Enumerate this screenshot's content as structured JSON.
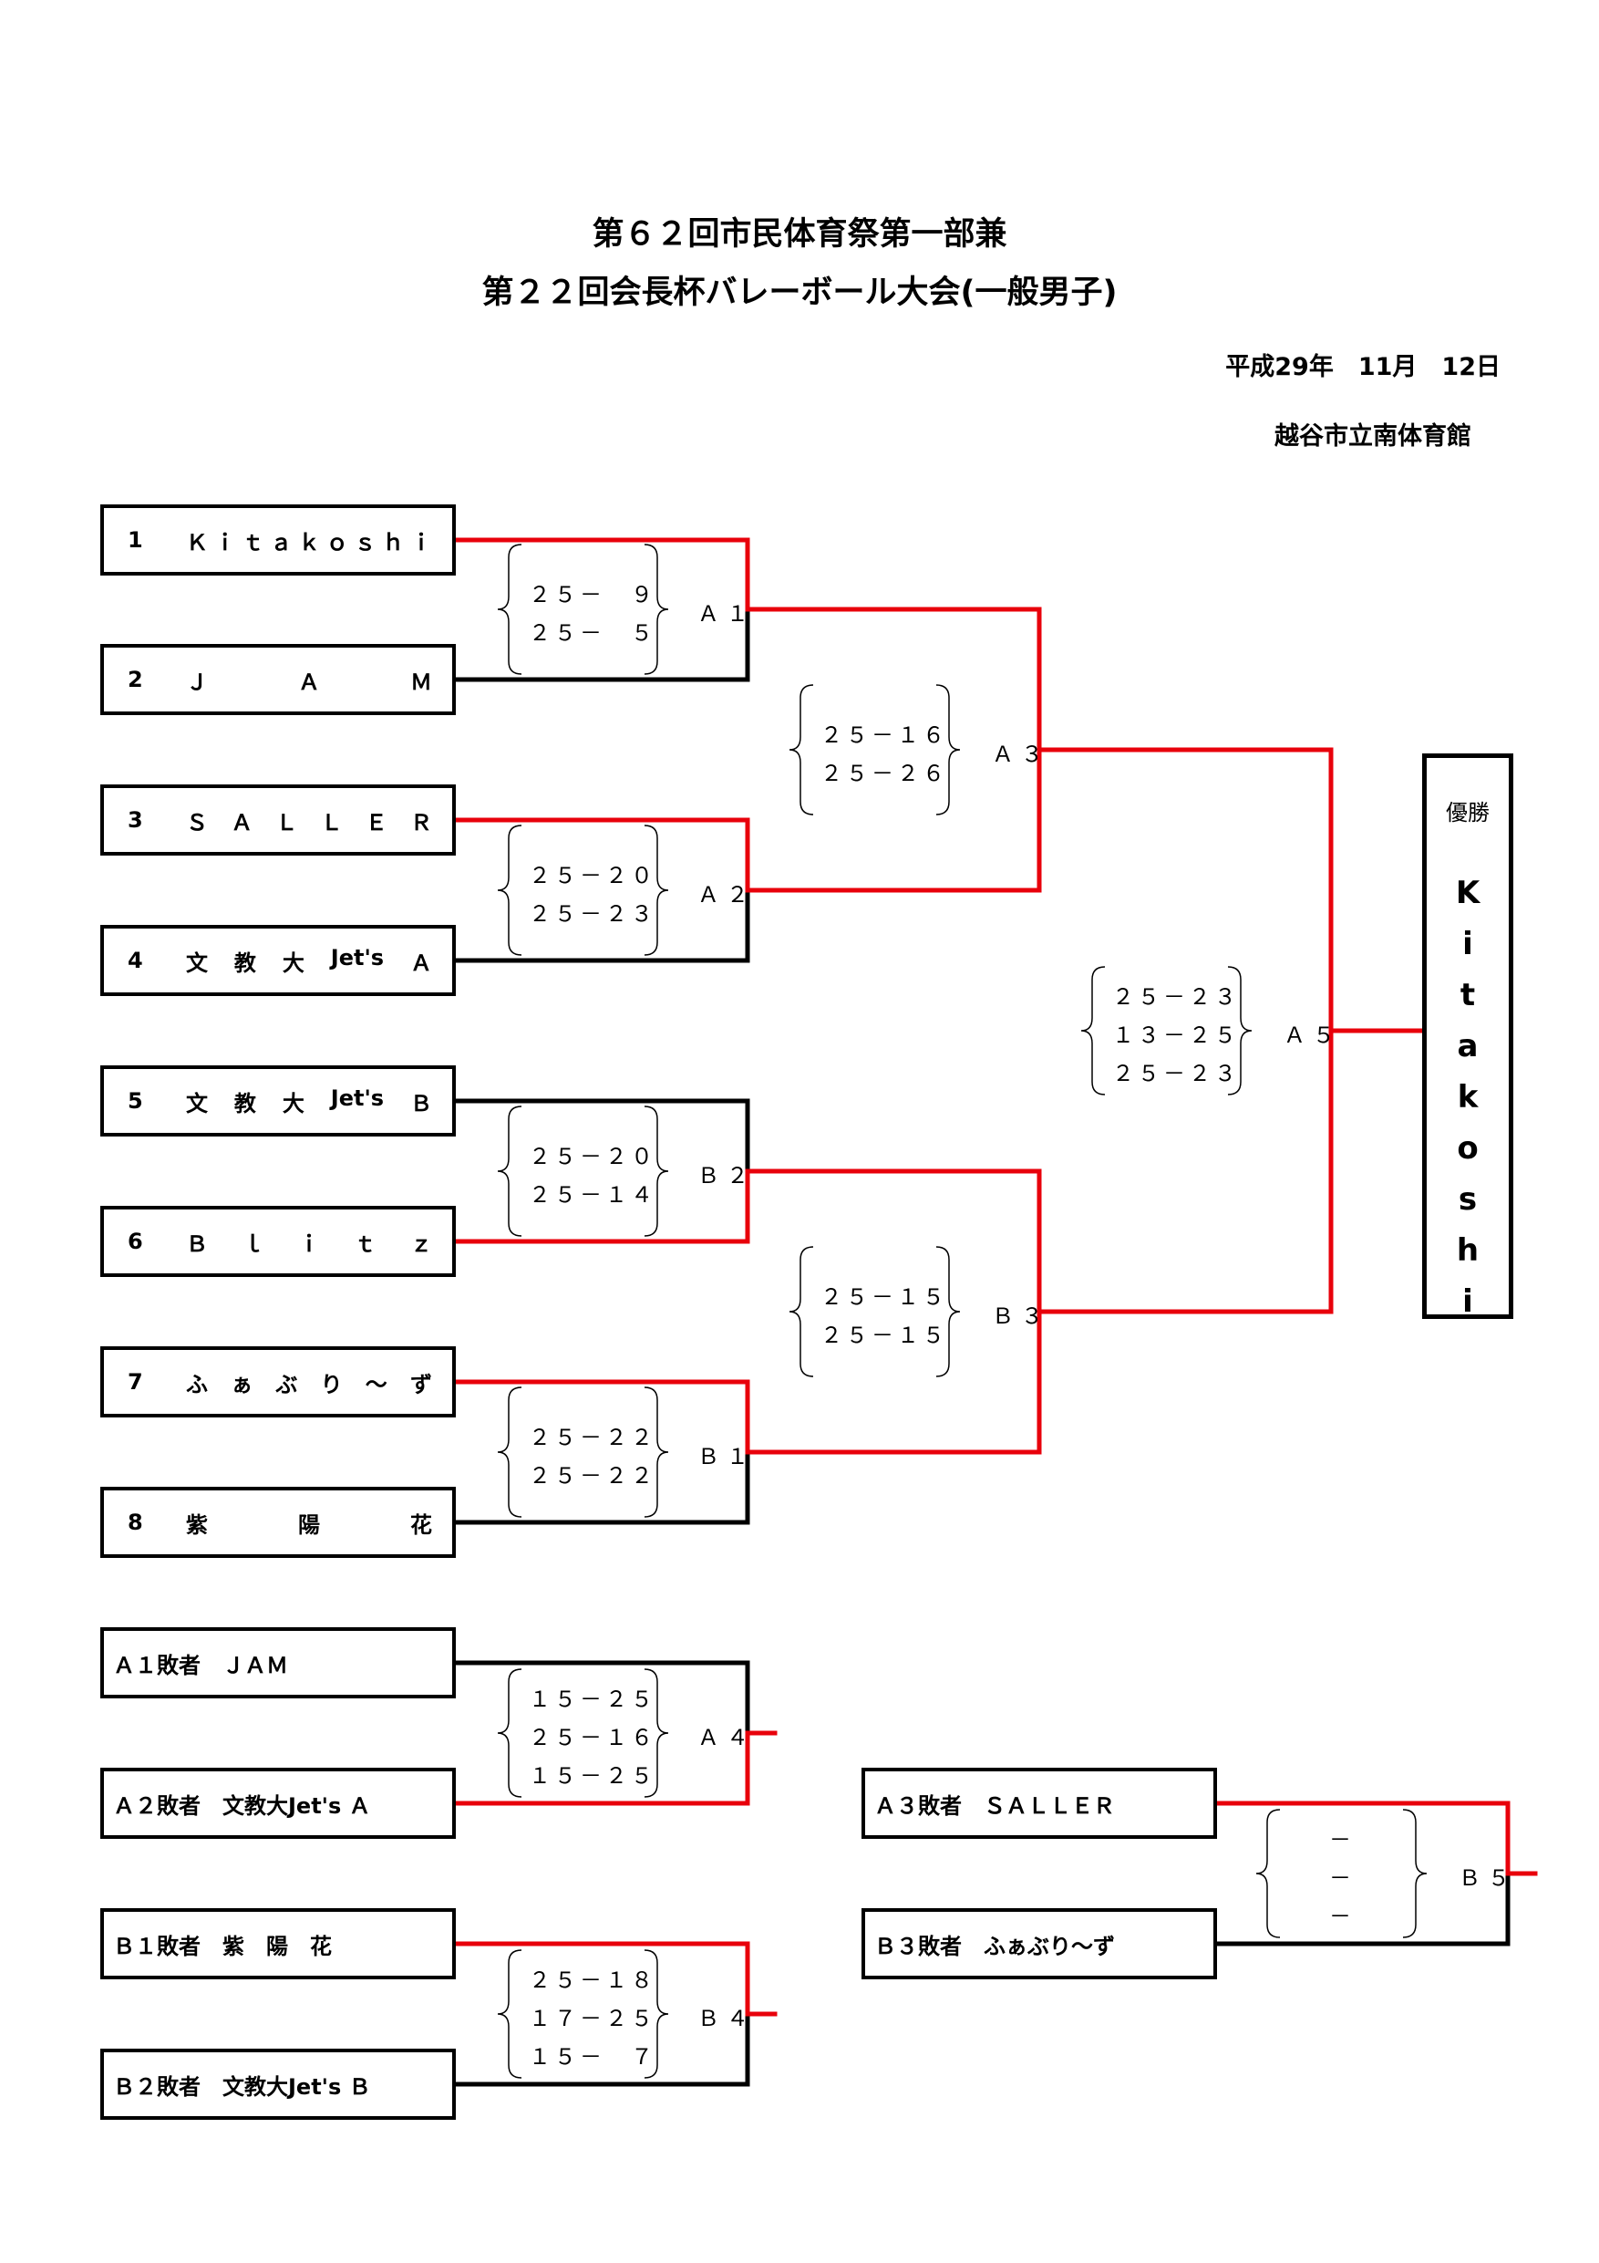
{
  "header": {
    "title_line1": "第６２回市民体育祭第一部兼",
    "title_line2": "第２２回会長杯バレーボール大会(一般男子)",
    "date": "平成29年　11月　12日",
    "venue": "越谷市立南体育館"
  },
  "colors": {
    "winner_line": "#e8000b",
    "loser_line": "#000000"
  },
  "teams": [
    {
      "seed": "1",
      "name": "Ｋｉｔａｋｏｓｈｉ"
    },
    {
      "seed": "2",
      "name": "Ｊ Ａ Ｍ"
    },
    {
      "seed": "3",
      "name": "Ｓ Ａ Ｌ Ｌ Ｅ Ｒ"
    },
    {
      "seed": "4",
      "name": "文 教 大 Jet's Ａ"
    },
    {
      "seed": "5",
      "name": "文 教 大 Jet's Ｂ"
    },
    {
      "seed": "6",
      "name": "Ｂ ｌ ｉ ｔ ｚ"
    },
    {
      "seed": "7",
      "name": "ふ ぁ ぶ り ～ ず"
    },
    {
      "seed": "8",
      "name": "紫 陽 花"
    }
  ],
  "losers": [
    {
      "label": "Ａ１敗者　ＪＡＭ"
    },
    {
      "label": "Ａ２敗者　文教大Jet's Ａ"
    },
    {
      "label": "Ｂ１敗者　紫　陽　花"
    },
    {
      "label": "Ｂ２敗者　文教大Jet's Ｂ"
    },
    {
      "label": "Ａ３敗者　ＳＡＬＬＥＲ"
    },
    {
      "label": "Ｂ３敗者　ふぁぶり～ず"
    }
  ],
  "matches": {
    "A1": {
      "label": "Ａ１",
      "scores": [
        "２５－　９",
        "２５－　５"
      ]
    },
    "A2": {
      "label": "Ａ２",
      "scores": [
        "２５－２０",
        "２５－２３"
      ]
    },
    "B2": {
      "label": "Ｂ２",
      "scores": [
        "２５－２０",
        "２５－１４"
      ]
    },
    "B1": {
      "label": "Ｂ１",
      "scores": [
        "２５－２２",
        "２５－２２"
      ]
    },
    "A3": {
      "label": "Ａ３",
      "scores": [
        "２５－１６",
        "２５－２６"
      ]
    },
    "B3": {
      "label": "Ｂ３",
      "scores": [
        "２５－１５",
        "２５－１５"
      ]
    },
    "A5": {
      "label": "Ａ５",
      "scores": [
        "２５－２３",
        "１３－２５",
        "２５－２３"
      ]
    },
    "A4": {
      "label": "Ａ４",
      "scores": [
        "１５－２５",
        "２５－１６",
        "１５－２５"
      ]
    },
    "B4": {
      "label": "Ｂ４",
      "scores": [
        "２５－１８",
        "１７－２５",
        "１５－　７"
      ]
    },
    "B5": {
      "label": "Ｂ５",
      "scores": [
        "－",
        "－",
        "－"
      ]
    }
  },
  "champion": {
    "label": "優勝",
    "name": "Kitakoshi"
  }
}
